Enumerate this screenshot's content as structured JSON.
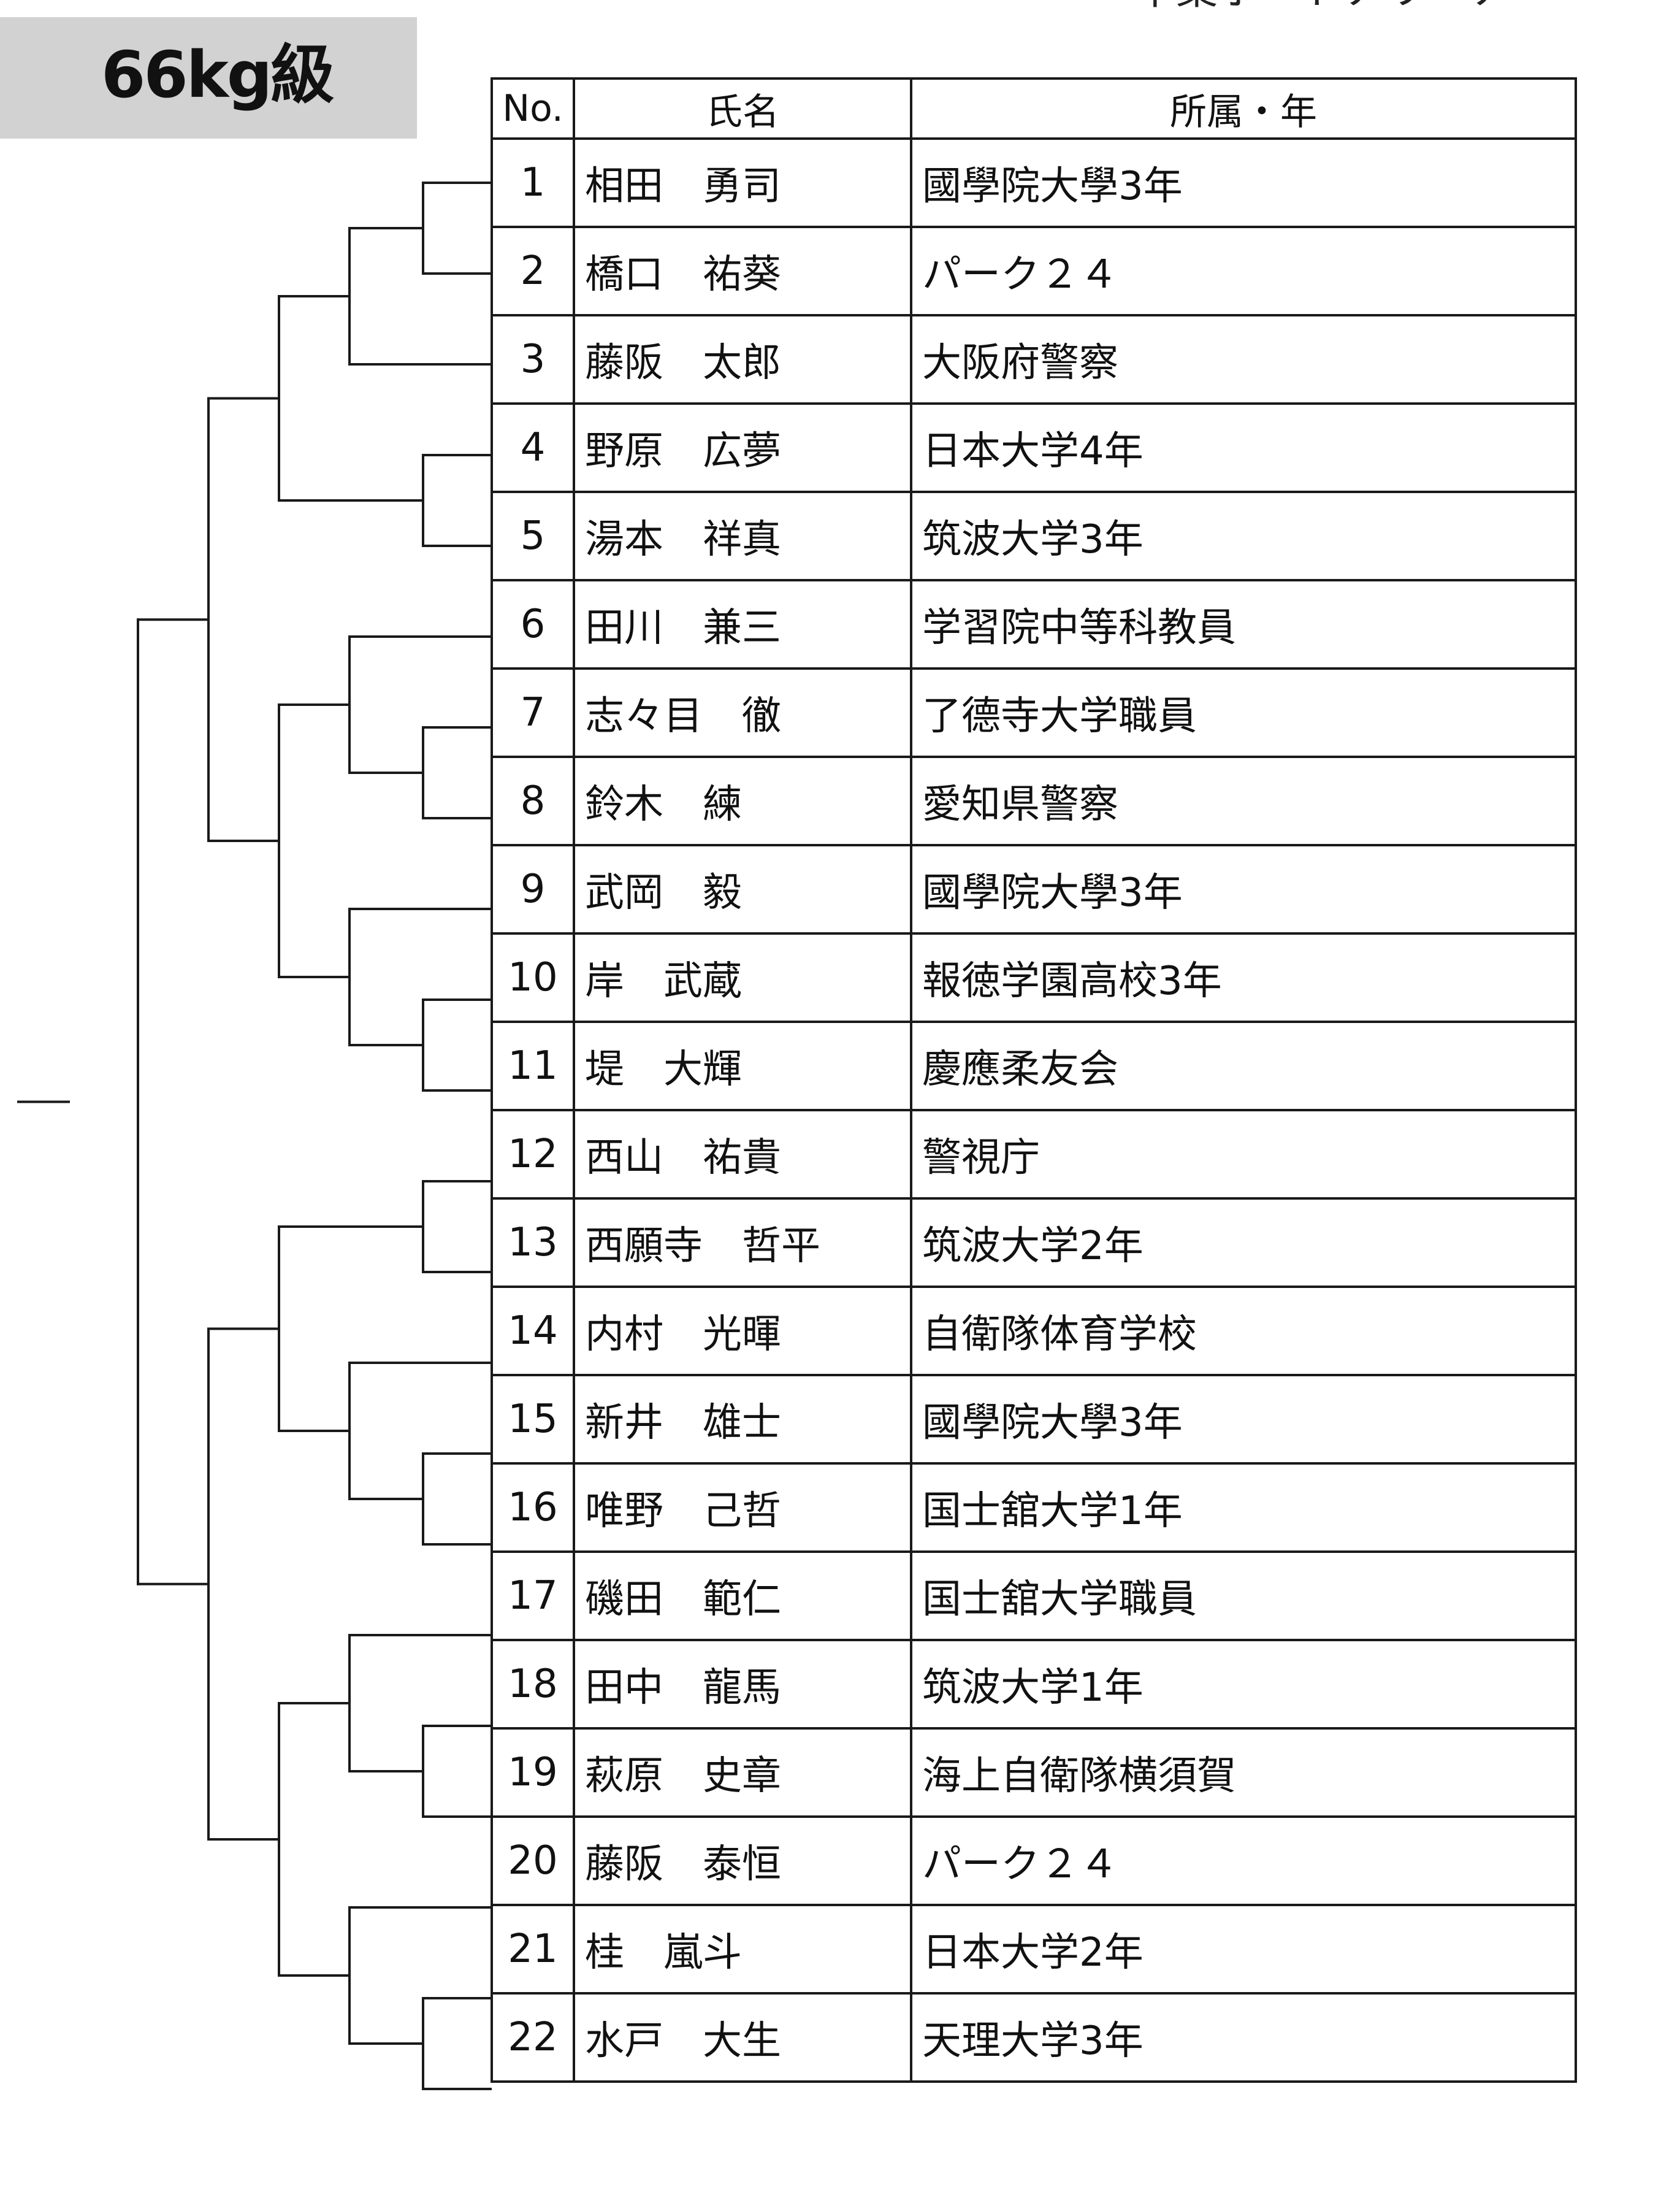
{
  "header_partial_text": "千葉ポートアリーナ",
  "weight_class": "66kg級",
  "table": {
    "headers": {
      "no": "No.",
      "name": "氏名",
      "affiliation": "所属・年"
    },
    "rows": [
      {
        "no": "1",
        "name": "相田　勇司",
        "affiliation": "國學院大學3年"
      },
      {
        "no": "2",
        "name": "橋口　祐葵",
        "affiliation": "パーク２４"
      },
      {
        "no": "3",
        "name": "藤阪　太郎",
        "affiliation": "大阪府警察"
      },
      {
        "no": "4",
        "name": "野原　広夢",
        "affiliation": "日本大学4年"
      },
      {
        "no": "5",
        "name": "湯本　祥真",
        "affiliation": "筑波大学3年"
      },
      {
        "no": "6",
        "name": "田川　兼三",
        "affiliation": "学習院中等科教員"
      },
      {
        "no": "7",
        "name": "志々目　徹",
        "affiliation": "了德寺大学職員"
      },
      {
        "no": "8",
        "name": "鈴木　練",
        "affiliation": "愛知県警察"
      },
      {
        "no": "9",
        "name": "武岡　毅",
        "affiliation": "國學院大學3年"
      },
      {
        "no": "10",
        "name": "岸　武蔵",
        "affiliation": "報徳学園高校3年"
      },
      {
        "no": "11",
        "name": "堤　大輝",
        "affiliation": "慶應柔友会"
      },
      {
        "no": "12",
        "name": "西山　祐貴",
        "affiliation": "警視庁"
      },
      {
        "no": "13",
        "name": "西願寺　哲平",
        "affiliation": "筑波大学2年"
      },
      {
        "no": "14",
        "name": "内村　光暉",
        "affiliation": "自衛隊体育学校"
      },
      {
        "no": "15",
        "name": "新井　雄士",
        "affiliation": "國學院大學3年"
      },
      {
        "no": "16",
        "name": "唯野　己哲",
        "affiliation": "国士舘大学1年"
      },
      {
        "no": "17",
        "name": "磯田　範仁",
        "affiliation": "国士舘大学職員"
      },
      {
        "no": "18",
        "name": "田中　龍馬",
        "affiliation": "筑波大学1年"
      },
      {
        "no": "19",
        "name": "萩原　史章",
        "affiliation": "海上自衛隊横須賀"
      },
      {
        "no": "20",
        "name": "藤阪　泰恒",
        "affiliation": "パーク２４"
      },
      {
        "no": "21",
        "name": "桂　嵐斗",
        "affiliation": "日本大学2年"
      },
      {
        "no": "22",
        "name": "水戸　大生",
        "affiliation": "天理大学3年"
      }
    ]
  },
  "bracket": {
    "line_color": "#1a1a1a",
    "matches": [
      [
        0,
        1
      ],
      [
        3,
        4
      ],
      [
        "m0",
        2
      ],
      [
        "m1",
        "m2"
      ],
      [
        6,
        7
      ],
      [
        9,
        10
      ],
      [
        5,
        "m4"
      ],
      [
        8,
        "m5"
      ],
      [
        "m6",
        "m7"
      ],
      [
        "m3",
        "m8"
      ],
      [
        11,
        12
      ],
      [
        14,
        15
      ],
      [
        13,
        "m11"
      ],
      [
        "m10",
        "m12"
      ],
      [
        17,
        18
      ],
      [
        20,
        21
      ],
      [
        16,
        "m14"
      ],
      [
        19,
        "m15"
      ],
      [
        "m16",
        "m17"
      ],
      [
        "m13",
        "m18"
      ],
      [
        "m9",
        "m19"
      ]
    ]
  }
}
